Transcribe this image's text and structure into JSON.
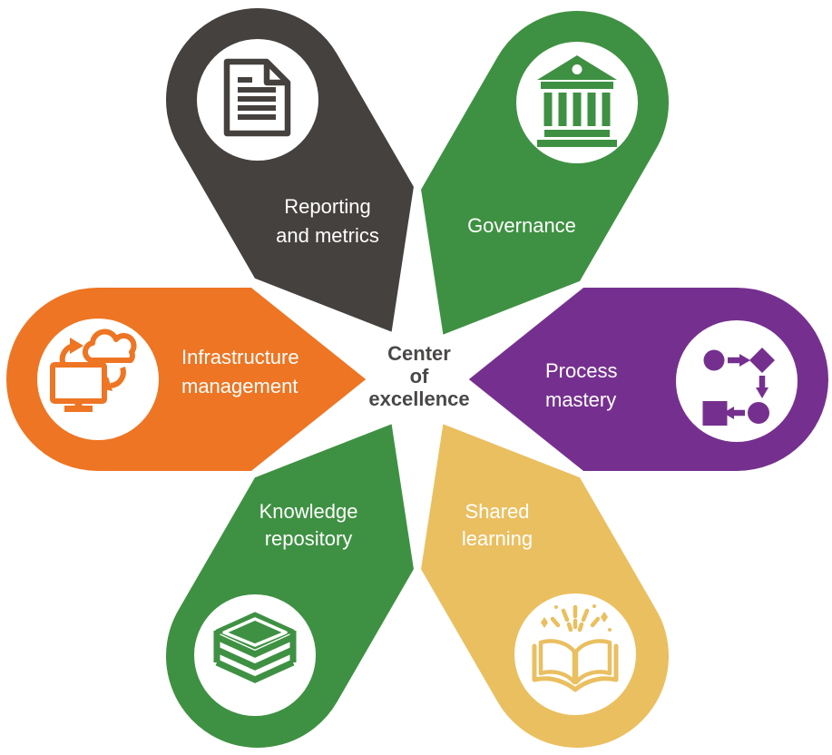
{
  "background_color": "#ffffff",
  "colors": {
    "label_text": "#ffffff",
    "center_text": "#4a4747",
    "disc": "#ffffff"
  },
  "center": {
    "label": "Center of excellence",
    "lines": [
      "Center",
      "of",
      "excellence"
    ]
  },
  "petals": [
    {
      "id": "reporting-and-metrics",
      "label": "Reporting and metrics",
      "lines": [
        "Reporting",
        "and metrics"
      ],
      "color": "#45413f",
      "icon": "document-icon",
      "position": "top-left"
    },
    {
      "id": "governance",
      "label": "Governance",
      "lines": [
        "Governance"
      ],
      "color": "#3e9142",
      "icon": "bank-icon",
      "position": "top-right"
    },
    {
      "id": "process-mastery",
      "label": "Process mastery",
      "lines": [
        "Process",
        "mastery"
      ],
      "color": "#75308f",
      "icon": "flowchart-icon",
      "position": "right"
    },
    {
      "id": "shared-learning",
      "label": "Shared learning",
      "lines": [
        "Shared",
        "learning"
      ],
      "color": "#eabf60",
      "icon": "open-book-sparkles-icon",
      "position": "bottom-right"
    },
    {
      "id": "knowledge-repository",
      "label": "Knowledge repository",
      "lines": [
        "Knowledge",
        "repository"
      ],
      "color": "#3e9142",
      "icon": "books-stack-icon",
      "position": "bottom-left"
    },
    {
      "id": "infrastructure-management",
      "label": "Infrastructure management",
      "lines": [
        "Infrastructure",
        "management"
      ],
      "color": "#ee7523",
      "icon": "computer-cloud-sync-icon",
      "position": "left"
    }
  ]
}
